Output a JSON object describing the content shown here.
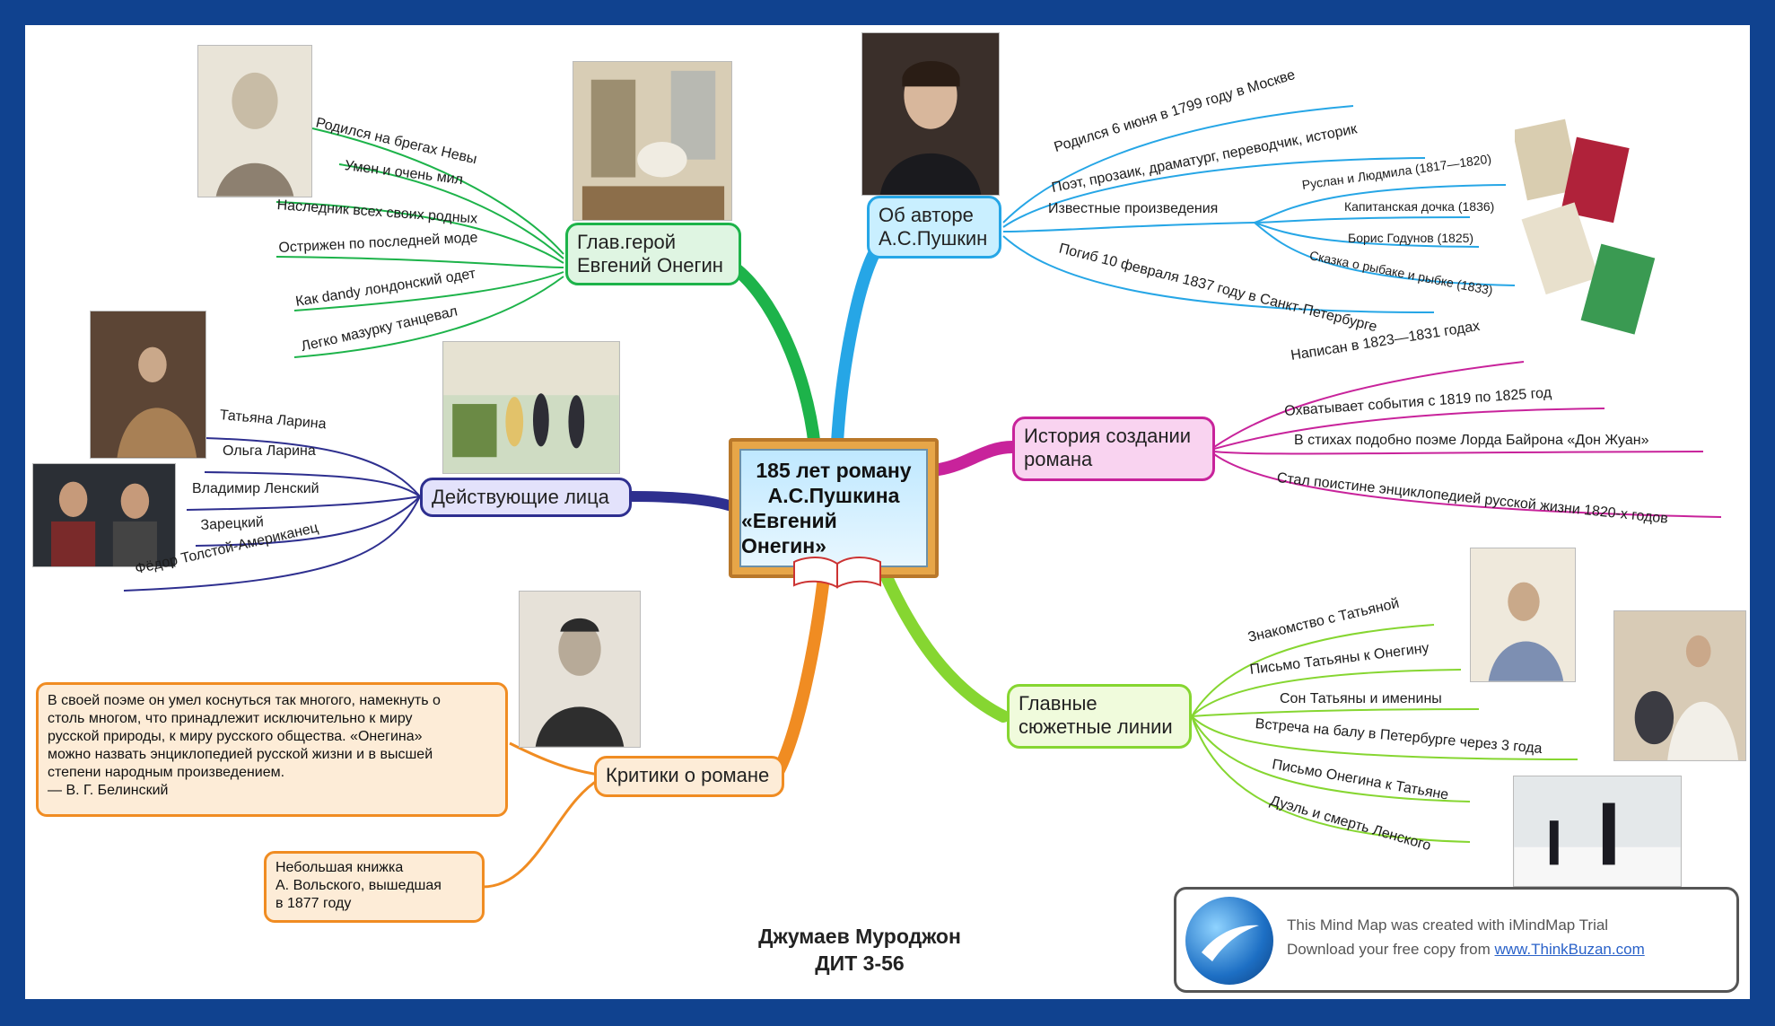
{
  "center": {
    "line1": "185 лет роману",
    "line2": "А.С.Пушкина",
    "line3": "«Евгений Онегин»"
  },
  "nodes": {
    "hero": {
      "line1": "Глав.герой",
      "line2": "Евгений Онегин",
      "color": "#1db34a",
      "fill": "#dff5e2"
    },
    "author": {
      "line1": "Об авторе",
      "line2": "А.С.Пушкин",
      "color": "#26a6e6",
      "fill": "#c9efff"
    },
    "history": {
      "line1": "История создании",
      "line2": "романа",
      "color": "#c8239b",
      "fill": "#f9d3f0"
    },
    "characters": {
      "line1": "Действующие лица",
      "color": "#2e2f8f",
      "fill": "#e3e2fb"
    },
    "plot": {
      "line1": "Главные",
      "line2": "сюжетные линии",
      "color": "#86d631",
      "fill": "#f0fbdc"
    },
    "critics": {
      "line1": "Критики о романе",
      "color": "#f08c22",
      "fill": "#fdecd7"
    }
  },
  "hero_items": [
    "Родился на брегах Невы",
    "Умен и очень мил",
    "Наследник всех своих родных",
    "Острижен по последней моде",
    "Как dandy лондонский одет",
    "Легко мазурку танцевал"
  ],
  "author_items": [
    "Родился 6 июня в 1799 году в Москве",
    "Поэт, прозаик, драматург, переводчик, историк",
    "Известные произведения",
    "Погиб 10 февраля 1837 году в Санкт-Петербурге"
  ],
  "works": [
    "Руслан и Людмила (1817—1820)",
    "Капитанская дочка (1836)",
    "Борис Годунов (1825)",
    "Сказка о рыбаке и рыбке (1833)"
  ],
  "history_items": [
    "Написан в 1823—1831 годах",
    "Охватывает события с 1819 по 1825 год",
    "В стихах подобно поэме Лорда Байрона «Дон Жуан»",
    "Стал поистине энциклопедией русской жизни 1820-х годов"
  ],
  "character_items": [
    "Татьяна Ларина",
    "Ольга Ларина",
    "Владимир Ленский",
    "Зарецкий",
    "Фёдор Толстой-Американец"
  ],
  "plot_items": [
    "Знакомство с Татьяной",
    "Письмо Татьяны к Онегину",
    "Сон Татьяны и именины",
    "Встреча на балу в Петербурге через 3 года",
    "Письмо Онегина к Татьяне",
    "Дуэль и смерть Ленского"
  ],
  "critic_quote": [
    "В своей поэме он умел коснуться так многого, намекнуть о",
    "столь многом, что принадлежит исключительно к миру",
    "русской природы, к миру русского общества. «Онегина»",
    "можно назвать энциклопедией русской жизни и в высшей",
    "степени народным произведением.",
    "— В. Г. Белинский"
  ],
  "critic_note": [
    "Небольшая книжка",
    "А. Вольского, вышедшая",
    "в 1877 году"
  ],
  "author_credit": {
    "name": "Джумаев Муроджон",
    "group": "ДИТ 3-56"
  },
  "watermark": {
    "line1": "This Mind Map was created with iMindMap Trial",
    "line2_prefix": "Download your free copy from ",
    "link": "www.ThinkBuzan.com"
  }
}
